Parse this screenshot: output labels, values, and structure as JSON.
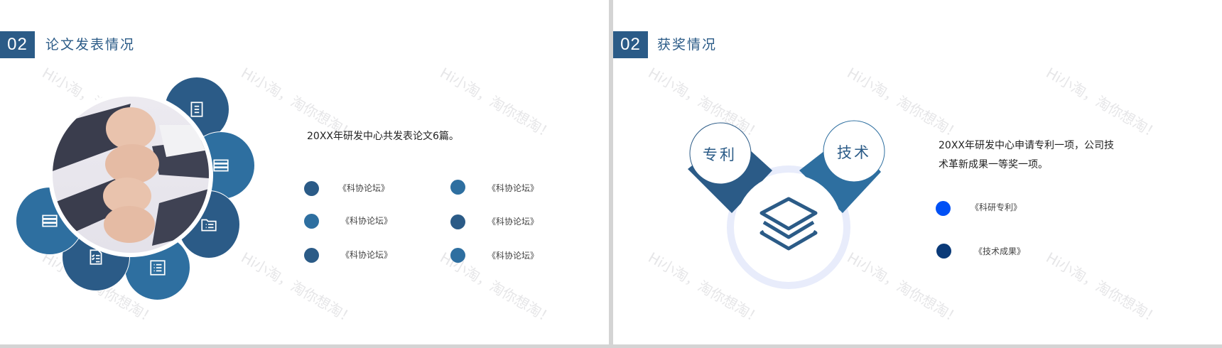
{
  "left_slide": {
    "header": {
      "number": "02",
      "title": "论文发表情况"
    },
    "lead_text": "20XX年研发中心共发表论文6篇。",
    "petal_icons": [
      "document-lines-icon",
      "server-stack-icon",
      "folder-list-icon",
      "list-icon",
      "checklist-file-icon",
      "server-stack-icon"
    ],
    "items": [
      {
        "label": "《科协论坛》",
        "color": "#2b5b87"
      },
      {
        "label": "《科协论坛》",
        "color": "#2e6fa0"
      },
      {
        "label": "《科协论坛》",
        "color": "#2b5b87"
      },
      {
        "label": "《科协论坛》",
        "color": "#2e6fa0"
      },
      {
        "label": "《科协论坛》",
        "color": "#2b5b87"
      },
      {
        "label": "《科协论坛》",
        "color": "#2e6fa0"
      }
    ]
  },
  "right_slide": {
    "header": {
      "number": "02",
      "title": "获奖情况"
    },
    "bubble_left": "专利",
    "bubble_right": "技术",
    "center_icon": "layers-icon",
    "lead_text": "20XX年研发中心申请专利一项，公司技术革新成果一等奖一项。",
    "lead_line1": "20XX年研发中心申请专利一项，公司技",
    "lead_line2": "术革新成果一等奖一项。",
    "items": [
      {
        "label": "《科研专利》",
        "color": "#0050f5"
      },
      {
        "label": "《技术成果》",
        "color": "#0a3a78"
      }
    ]
  },
  "watermark": "Hi小淘，淘你想淘！",
  "colors": {
    "primary": "#2b5b87",
    "secondary": "#2e6fa0",
    "ring": "#e8ecfb"
  }
}
